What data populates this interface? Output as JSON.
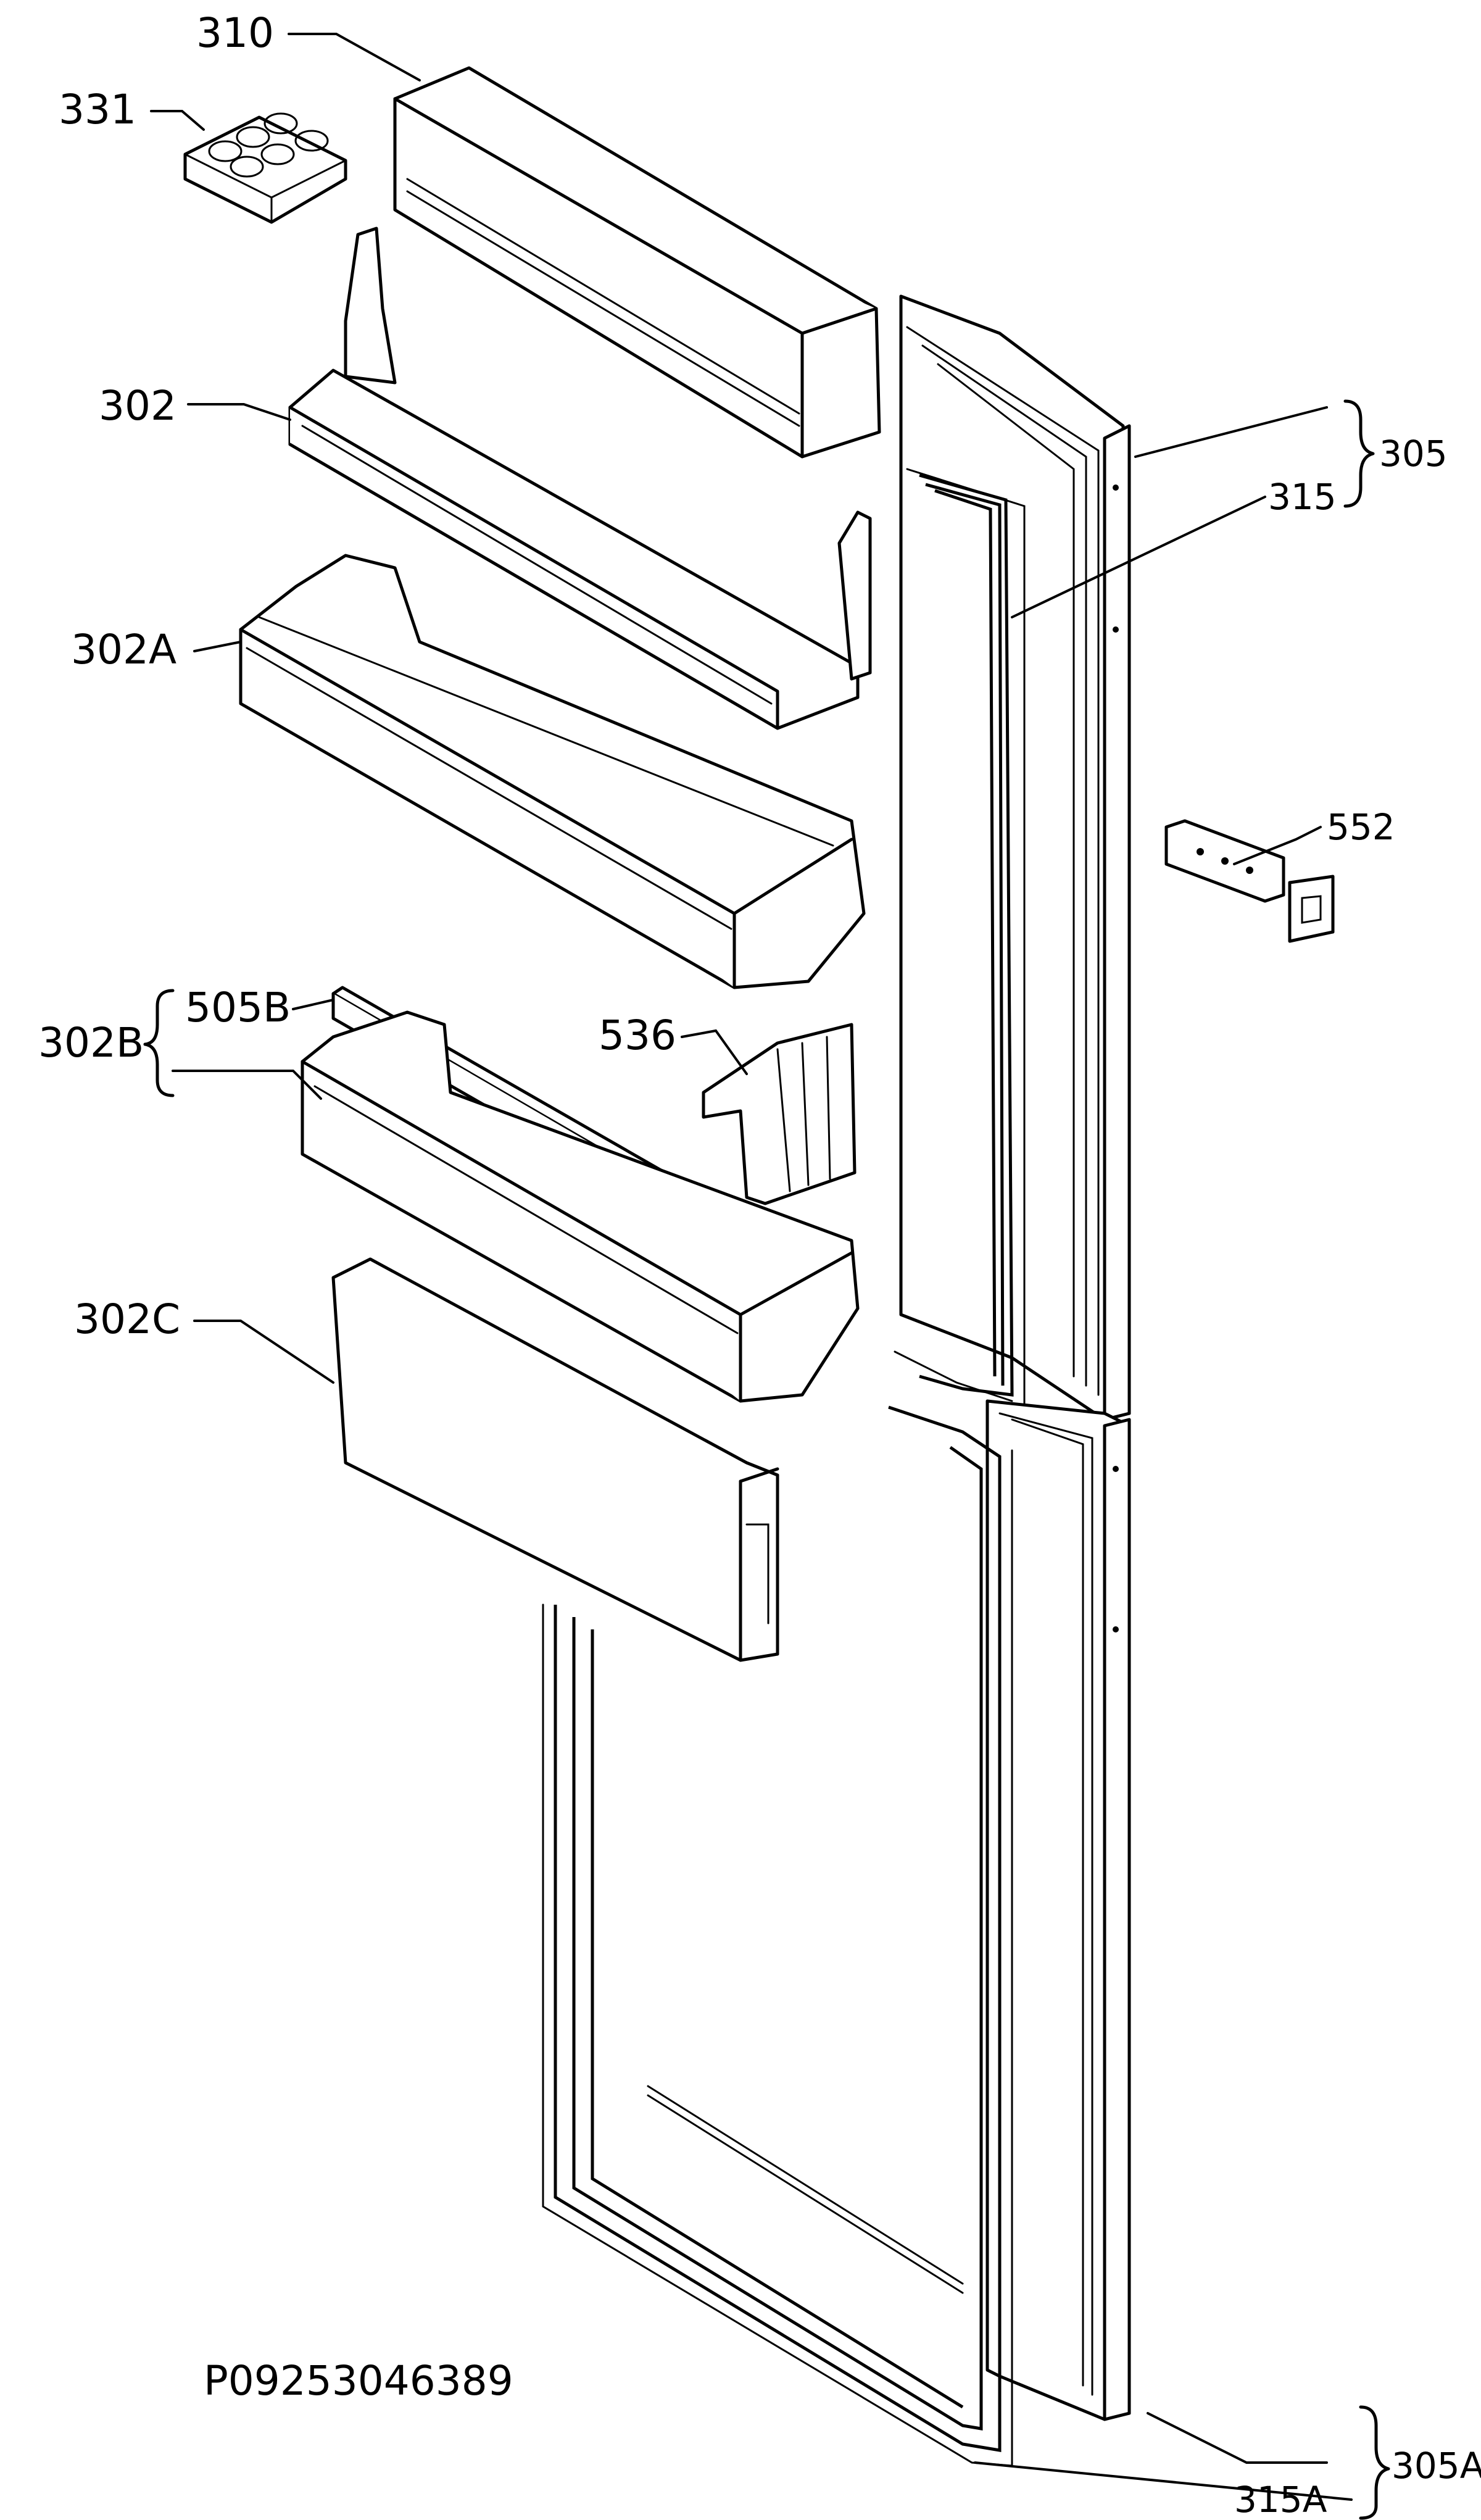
{
  "diagram": {
    "drawing_code": "P09253046389",
    "labels": {
      "l310": "310",
      "l331": "331",
      "l302": "302",
      "l302a": "302A",
      "l302b": "302B",
      "l505b": "505B",
      "l536": "536",
      "l302c": "302C",
      "l305": "305",
      "l315": "315",
      "l552": "552",
      "l305a": "305A",
      "l315a": "315A"
    }
  },
  "colors": {
    "line": "#000000",
    "background": "#ffffff"
  }
}
